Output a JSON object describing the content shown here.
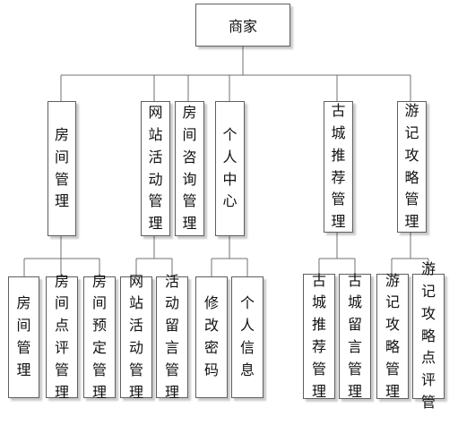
{
  "org_chart": {
    "root": "商家",
    "branches": [
      {
        "label": "房间管理",
        "children": [
          "房间管理",
          "房间点评管理",
          "房间预定管理"
        ]
      },
      {
        "label": "网站活动管理",
        "children": [
          "网站活动管理",
          "活动留言管理"
        ]
      },
      {
        "label": "房间咨询管理",
        "children": []
      },
      {
        "label": "个人中心",
        "children": [
          "修改密码",
          "个人信息"
        ]
      },
      {
        "label": "古城推荐管理",
        "children": [
          "古城推荐管理",
          "古城留言管理"
        ]
      },
      {
        "label": "游记攻略管理",
        "children": [
          "游记攻略管理",
          "游记攻略点评管"
        ]
      }
    ]
  }
}
